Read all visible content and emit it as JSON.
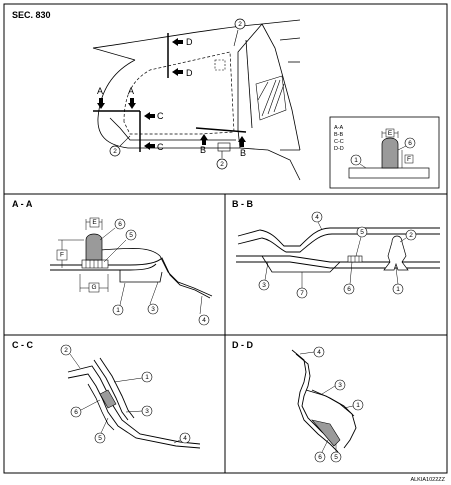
{
  "section_label": "SEC. 830",
  "figure_id": "ALKIA1022ZZ",
  "overview": {
    "section_markers": [
      "A",
      "A",
      "B",
      "B",
      "C",
      "C",
      "D",
      "D"
    ],
    "callouts": [
      "2",
      "2",
      "2"
    ],
    "legend": {
      "views": [
        "A-A",
        "B-B",
        "C-C",
        "D-D"
      ],
      "dims": [
        "E",
        "F"
      ],
      "callouts": [
        "1",
        "6"
      ]
    }
  },
  "panels": {
    "aa": {
      "title": "A - A",
      "dims": [
        "E",
        "F",
        "G"
      ],
      "callouts": [
        "6",
        "5",
        "1",
        "3",
        "4"
      ]
    },
    "bb": {
      "title": "B - B",
      "callouts": [
        "4",
        "5",
        "2",
        "3",
        "7",
        "6",
        "1"
      ]
    },
    "cc": {
      "title": "C - C",
      "callouts": [
        "2",
        "1",
        "6",
        "3",
        "5",
        "4"
      ]
    },
    "dd": {
      "title": "D - D",
      "callouts": [
        "4",
        "3",
        "1",
        "6",
        "5"
      ]
    }
  }
}
